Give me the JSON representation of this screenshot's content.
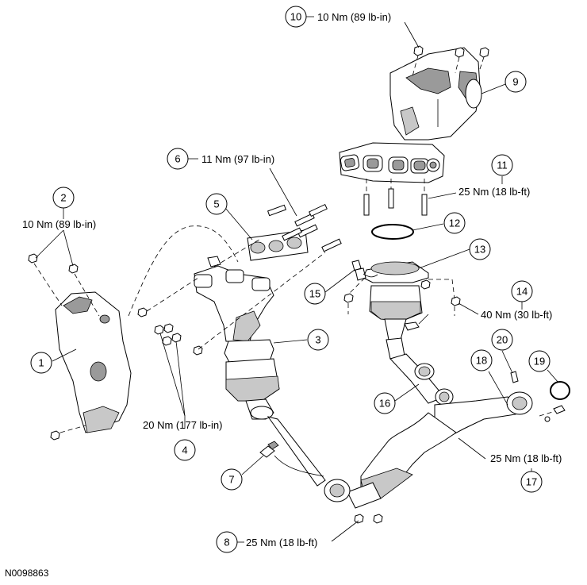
{
  "figure_id": "N0098863",
  "callouts": [
    {
      "number": "1"
    },
    {
      "number": "2",
      "torque": "10 Nm (89 lb-in)"
    },
    {
      "number": "3"
    },
    {
      "number": "4",
      "torque": "20 Nm (177 lb-in)"
    },
    {
      "number": "5"
    },
    {
      "number": "6",
      "torque": "11 Nm (97 lb-in)"
    },
    {
      "number": "7"
    },
    {
      "number": "8",
      "torque": "25 Nm (18 lb-ft)"
    },
    {
      "number": "9"
    },
    {
      "number": "10",
      "torque": "10 Nm (89 lb-in)"
    },
    {
      "number": "11",
      "torque": "25 Nm (18 lb-ft)"
    },
    {
      "number": "12"
    },
    {
      "number": "13"
    },
    {
      "number": "14",
      "torque": "40 Nm (30 lb-ft)"
    },
    {
      "number": "15"
    },
    {
      "number": "16"
    },
    {
      "number": "17",
      "torque": "25 Nm (18 lb-ft)"
    },
    {
      "number": "18"
    },
    {
      "number": "19"
    },
    {
      "number": "20"
    }
  ]
}
